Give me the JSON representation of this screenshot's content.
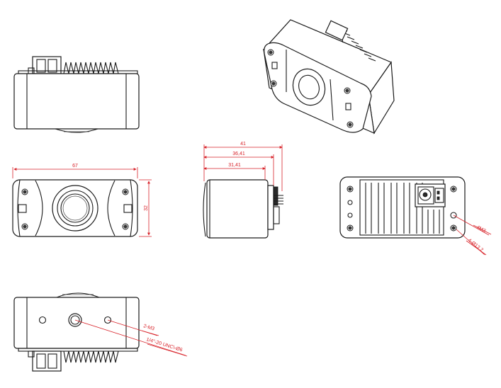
{
  "views": {
    "front": {
      "width_label": "67",
      "height_label": "32"
    },
    "side": {
      "depth_label_1": "41",
      "depth_label_2": "36,41",
      "depth_label_3": "31,41"
    },
    "rear": {
      "thread_label": "4M3",
      "hole_label": "4-Ø13,2"
    },
    "bottom": {
      "thread_label": "2-M3",
      "tripod_label": "1/4\"-20 UNC\\-Ø6"
    }
  },
  "colors": {
    "dimension": "#d8232a",
    "outline": "#1a1a1a"
  }
}
